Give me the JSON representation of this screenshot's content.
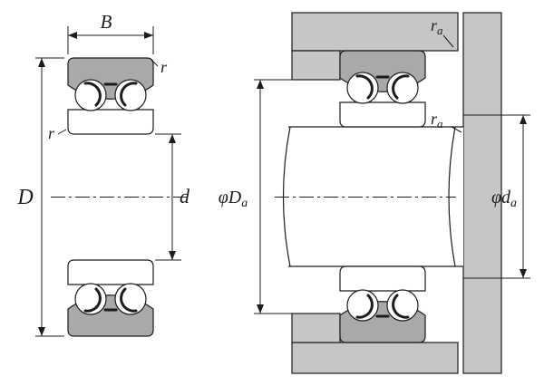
{
  "figure": {
    "colors": {
      "line": "#1c1c1c",
      "ring_gray": "#a9a9a9",
      "housing_gray": "#c6c6c6",
      "white": "#ffffff"
    },
    "left_view": {
      "width_label": "B",
      "outer_chamfer_label": "r",
      "inner_chamfer_label": "r",
      "outer_diameter_label": "D",
      "bore_diameter_label": "d"
    },
    "right_view": {
      "housing_abutment_label": {
        "main": "φD",
        "sub": "a"
      },
      "shaft_abutment_label": {
        "main": "φd",
        "sub": "a"
      },
      "housing_fillet_label": {
        "main": "r",
        "sub": "a"
      },
      "shaft_fillet_label": {
        "main": "r",
        "sub": "a"
      }
    }
  }
}
